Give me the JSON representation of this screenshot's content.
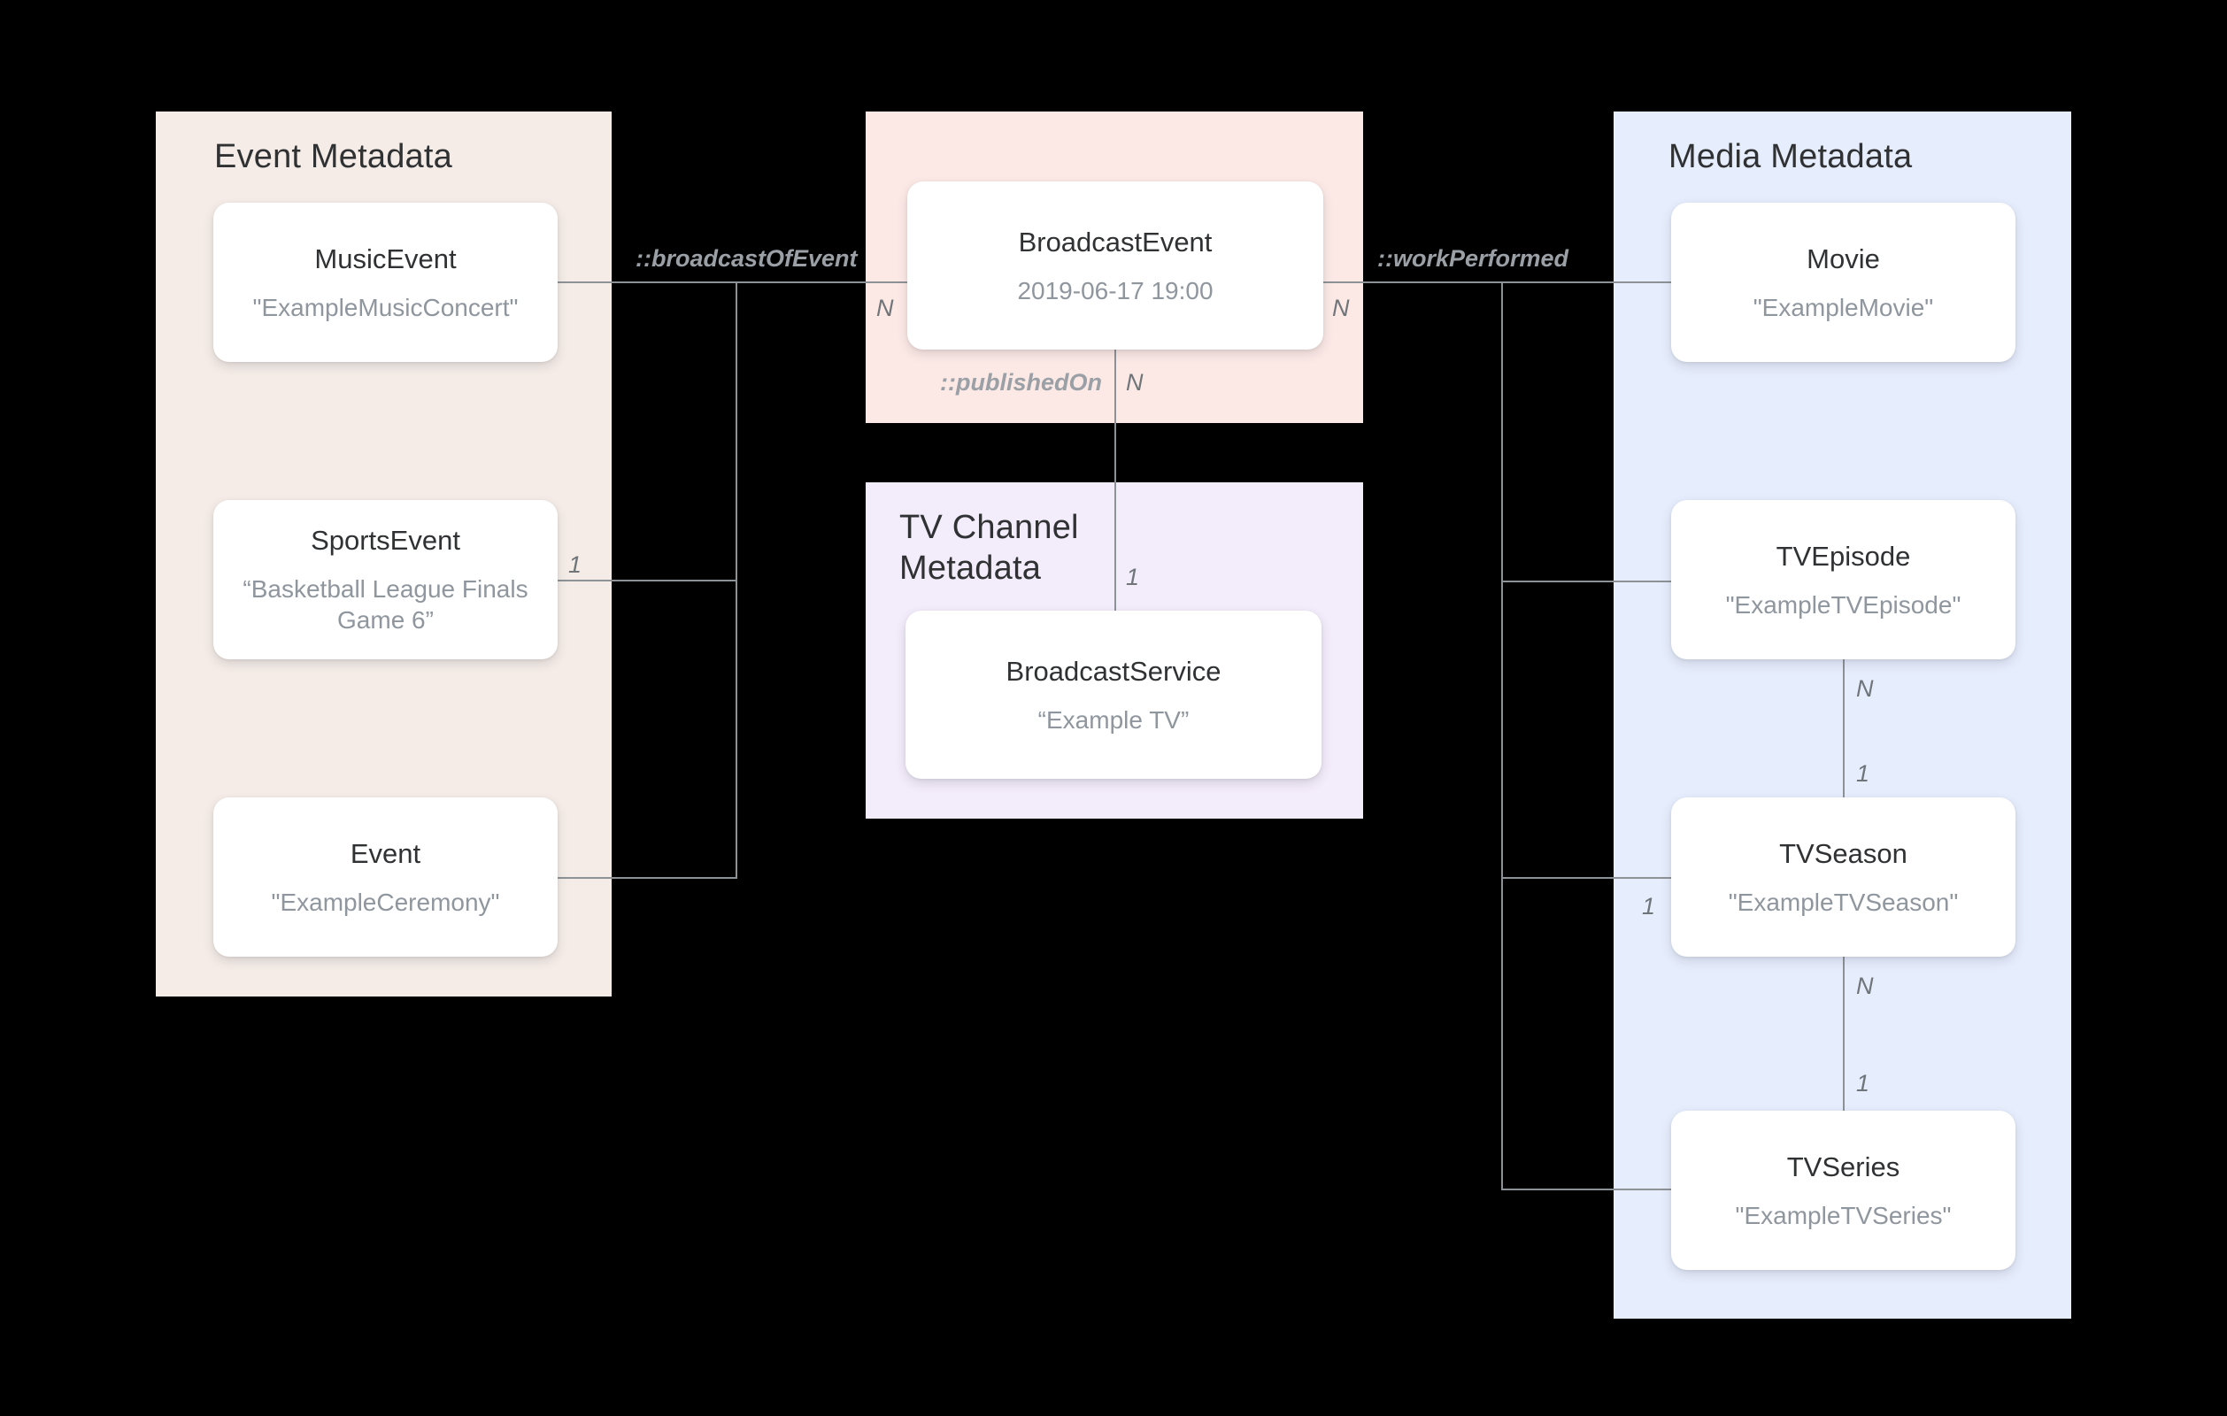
{
  "diagram": {
    "background_color": "#000000",
    "line_color": "#8d9296"
  },
  "panels": [
    {
      "id": "event",
      "title": "Event Metadata",
      "color": "#f5ece7",
      "entities": [
        {
          "type": "MusicEvent",
          "value": "\"ExampleMusicConcert\""
        },
        {
          "type": "SportsEvent",
          "value": "“Basketball League Finals Game 6”"
        },
        {
          "type": "Event",
          "value": "\"ExampleCeremony\""
        }
      ]
    },
    {
      "id": "broadcast",
      "title": "",
      "color": "#fce9e6",
      "entities": [
        {
          "type": "BroadcastEvent",
          "value": "2019-06-17 19:00"
        }
      ]
    },
    {
      "id": "channel",
      "title": "TV Channel\nMetadata",
      "color": "#f3ecfb",
      "entities": [
        {
          "type": "BroadcastService",
          "value": "“Example TV”"
        }
      ]
    },
    {
      "id": "media",
      "title": "Media Metadata",
      "color": "#e6edfd",
      "entities": [
        {
          "type": "Movie",
          "value": "\"ExampleMovie\""
        },
        {
          "type": "TVEpisode",
          "value": "\"ExampleTVEpisode\""
        },
        {
          "type": "TVSeason",
          "value": "\"ExampleTVSeason\""
        },
        {
          "type": "TVSeries",
          "value": "\"ExampleTVSeries\""
        }
      ]
    }
  ],
  "relationships": [
    {
      "label": "::broadcastOfEvent",
      "from": "Event Metadata",
      "to": "BroadcastEvent"
    },
    {
      "label": "::publishedOn",
      "from": "BroadcastEvent",
      "to": "BroadcastService"
    },
    {
      "label": "::workPerformed",
      "from": "BroadcastEvent",
      "to": "Media Metadata"
    }
  ],
  "cardinalities": {
    "broadcast_event_left": "N",
    "broadcast_event_right": "N",
    "sports_event_right": "1",
    "published_on_n": "N",
    "broadcast_service_one": "1",
    "tvepisode_n": "N",
    "tvseason_one_below_episode": "1",
    "tvseason_left_one": "1",
    "tvseason_n": "N",
    "tvseries_one": "1"
  }
}
